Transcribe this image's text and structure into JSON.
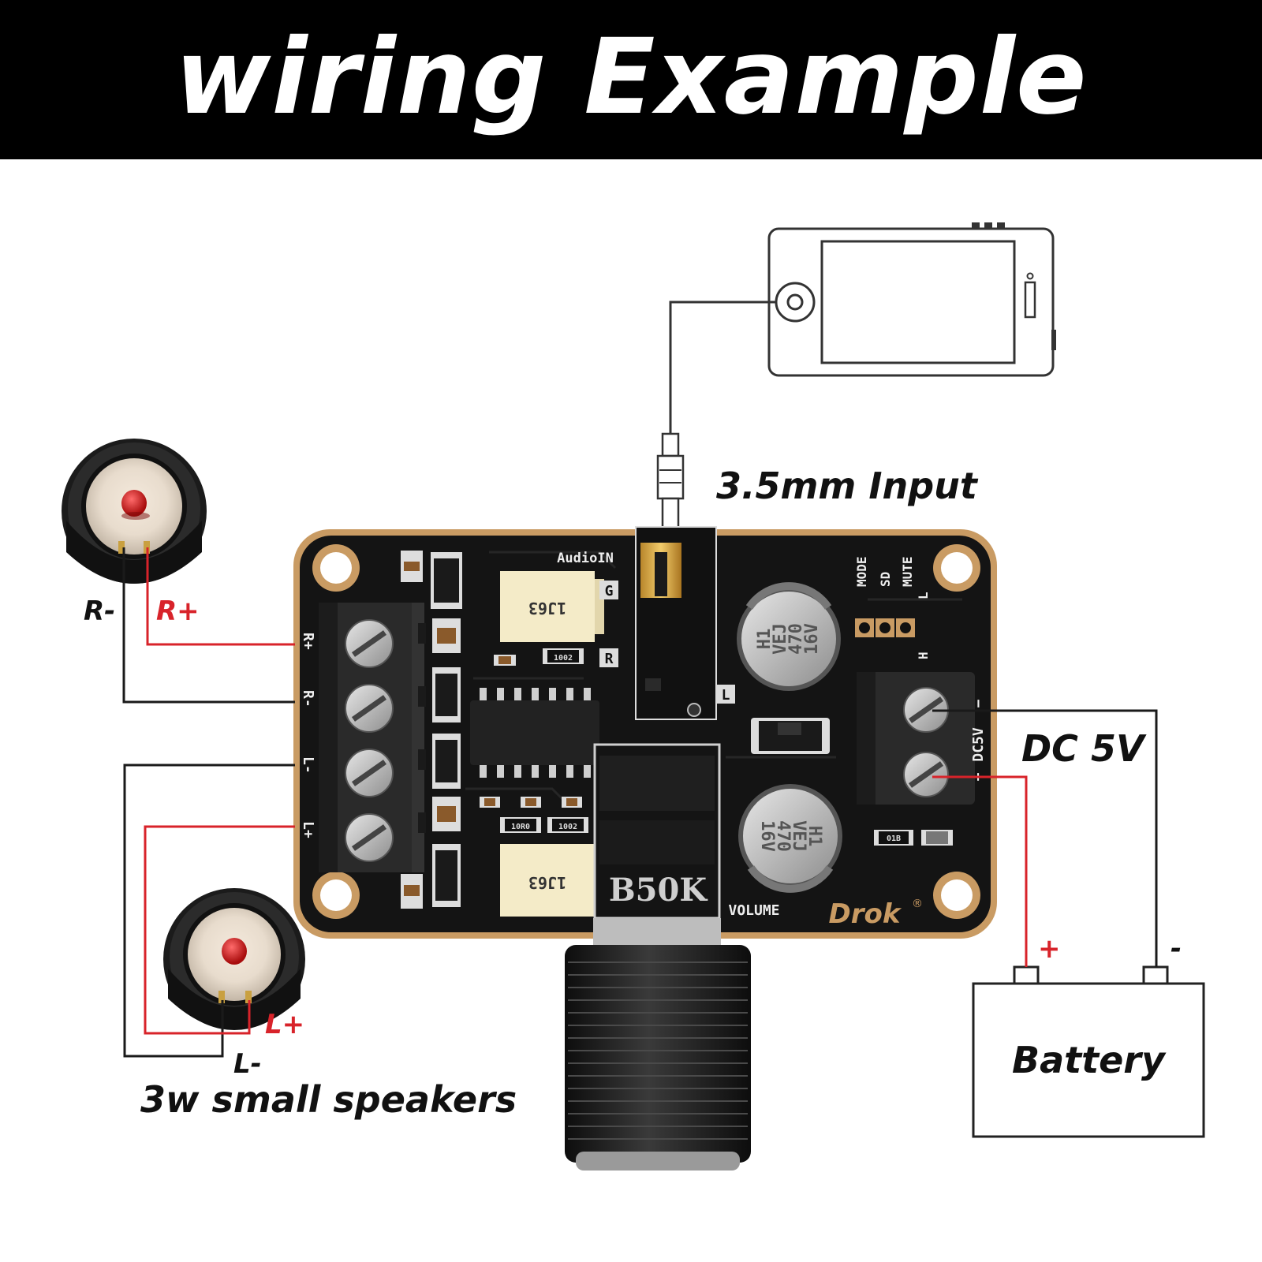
{
  "title": "wiring Example",
  "labels": {
    "input": "3.5mm Input",
    "dc": "DC 5V",
    "battery": "Battery",
    "battery_plus": "+",
    "battery_minus": "-",
    "speakers": "3w small speakers",
    "r_minus": "R-",
    "r_plus": "R+",
    "l_plus": "L+",
    "l_minus": "L-"
  },
  "board": {
    "terminal_labels": [
      "R+",
      "R-",
      "L-",
      "L+"
    ],
    "audio_in": "AudioIN",
    "jack_pins": [
      "G",
      "R",
      "L"
    ],
    "header_pins": [
      "MODE",
      "SD",
      "MUTE"
    ],
    "header_levels": [
      "L",
      "H"
    ],
    "inductor_code": "1J63",
    "cap_text": [
      "H1",
      "VEJ",
      "470",
      "16V"
    ],
    "resistor_codes": [
      "1002",
      "1002",
      "10R0",
      "01B"
    ],
    "pot_label": "B50K",
    "volume_label": "VOLUME",
    "brand": "Drok",
    "registered": "®",
    "power_label": "DC5V",
    "power_signs": [
      "+",
      "−"
    ]
  },
  "colors": {
    "red_wire": "#d8232a",
    "black_wire": "#1a1a1a",
    "pcb": "#141414",
    "pcb_edge": "#c99b63"
  }
}
